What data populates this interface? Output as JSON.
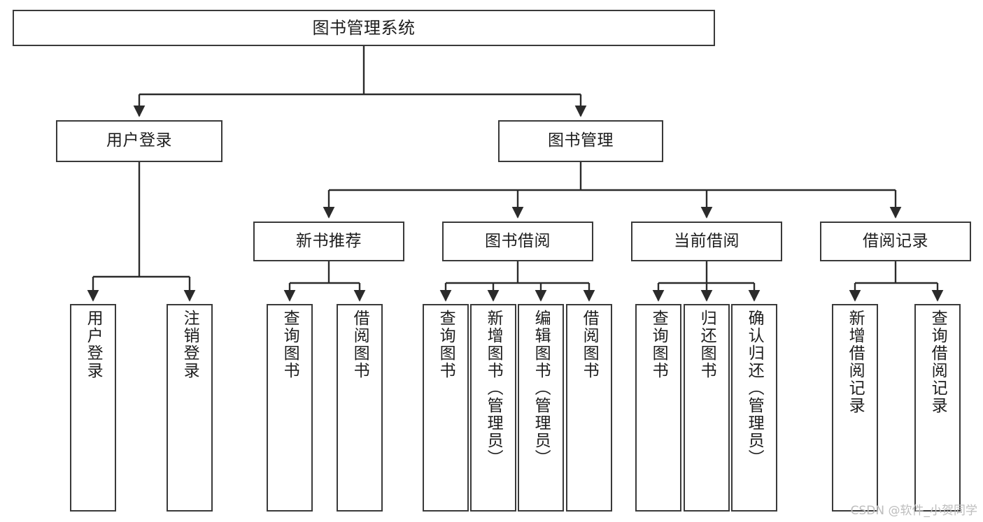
{
  "diagram": {
    "title": "图书管理系统",
    "type": "tree-hierarchy-diagram",
    "colors": {
      "box_border": "#3a3a3a",
      "box_fill": "#ffffff",
      "edge": "#2b2b2b",
      "text": "#1d1d1d",
      "watermark": "#bdbdbd",
      "background": "#ffffff"
    },
    "root": {
      "label": "图书管理系统"
    },
    "level2": [
      {
        "label": "用户登录"
      },
      {
        "label": "图书管理"
      }
    ],
    "level3": [
      {
        "label": "新书推荐"
      },
      {
        "label": "图书借阅"
      },
      {
        "label": "当前借阅"
      },
      {
        "label": "借阅记录"
      }
    ],
    "leaves": {
      "user_login": [
        {
          "label": "用户登录"
        },
        {
          "label": "注销登录"
        }
      ],
      "new_book_recommend": [
        {
          "label": "查询图书"
        },
        {
          "label": "借阅图书"
        }
      ],
      "book_borrow": [
        {
          "label": "查询图书"
        },
        {
          "label": "新增图书（管理员）"
        },
        {
          "label": "编辑图书（管理员）"
        },
        {
          "label": "借阅图书"
        }
      ],
      "current_borrow": [
        {
          "label": "查询图书"
        },
        {
          "label": "归还图书"
        },
        {
          "label": "确认归还（管理员）"
        }
      ],
      "borrow_records": [
        {
          "label": "新增借阅记录"
        },
        {
          "label": "查询借阅记录"
        }
      ]
    }
  },
  "watermark": {
    "text": "CSDN @软件_小贺同学"
  }
}
